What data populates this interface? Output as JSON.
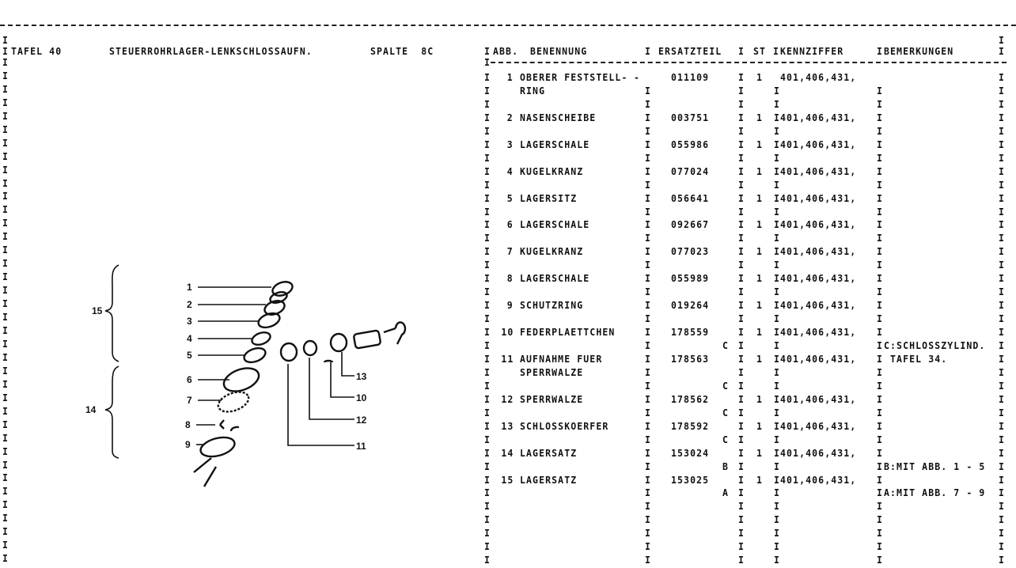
{
  "header": {
    "tafel": "TAFEL 40",
    "title": "STEUERROHRLAGER-LENKSCHLOSSAUFN.",
    "spalte": "SPALTE  8C"
  },
  "table": {
    "columns": {
      "abb": "ABB.",
      "name": "BENENNUNG",
      "part": "ERSATZTEIL",
      "qty": "ST",
      "code": "KENNZIFFER",
      "remarks": "BEMERKUNGEN"
    },
    "items": [
      {
        "abb": "1",
        "name": [
          "OBERER FESTSTELL-",
          "RING"
        ],
        "part": "011109",
        "qty": "1",
        "code": "401,406,431,",
        "marker": ""
      },
      {
        "abb": "2",
        "name": [
          "NASENSCHEIBE"
        ],
        "part": "003751",
        "qty": "1",
        "code": "401,406,431,",
        "marker": ""
      },
      {
        "abb": "3",
        "name": [
          "LAGERSCHALE"
        ],
        "part": "055986",
        "qty": "1",
        "code": "401,406,431,",
        "marker": ""
      },
      {
        "abb": "4",
        "name": [
          "KUGELKRANZ"
        ],
        "part": "077024",
        "qty": "1",
        "code": "401,406,431,",
        "marker": ""
      },
      {
        "abb": "5",
        "name": [
          "LAGERSITZ"
        ],
        "part": "056641",
        "qty": "1",
        "code": "401,406,431,",
        "marker": ""
      },
      {
        "abb": "6",
        "name": [
          "LAGERSCHALE"
        ],
        "part": "092667",
        "qty": "1",
        "code": "401,406,431,",
        "marker": ""
      },
      {
        "abb": "7",
        "name": [
          "KUGELKRANZ"
        ],
        "part": "077023",
        "qty": "1",
        "code": "401,406,431,",
        "marker": ""
      },
      {
        "abb": "8",
        "name": [
          "LAGERSCHALE"
        ],
        "part": "055989",
        "qty": "1",
        "code": "401,406,431,",
        "marker": ""
      },
      {
        "abb": "9",
        "name": [
          "SCHUTZRING"
        ],
        "part": "019264",
        "qty": "1",
        "code": "401,406,431,",
        "marker": ""
      },
      {
        "abb": "10",
        "name": [
          "FEDERPLAETTCHEN"
        ],
        "part": "178559",
        "qty": "1",
        "code": "401,406,431,",
        "marker": "C"
      },
      {
        "abb": "11",
        "name": [
          "AUFNAHME FUER",
          "SPERRWALZE"
        ],
        "part": "178563",
        "qty": "1",
        "code": "401,406,431,",
        "marker": "C"
      },
      {
        "abb": "12",
        "name": [
          "SPERRWALZE"
        ],
        "part": "178562",
        "qty": "1",
        "code": "401,406,431,",
        "marker": "C"
      },
      {
        "abb": "13",
        "name": [
          "SCHLOSSKOERFER"
        ],
        "part": "178592",
        "qty": "1",
        "code": "401,406,431,",
        "marker": "C"
      },
      {
        "abb": "14",
        "name": [
          "LAGERSATZ"
        ],
        "part": "153024",
        "qty": "1",
        "code": "401,406,431,",
        "marker": "B"
      },
      {
        "abb": "15",
        "name": [
          "LAGERSATZ"
        ],
        "part": "153025",
        "qty": "1",
        "code": "401,406,431,",
        "marker": "A"
      }
    ],
    "remarks": [
      {
        "line": 20,
        "text": "C:SCHLOSSZYLIND."
      },
      {
        "line": 21,
        "text": " TAFEL 34."
      },
      {
        "line": 29,
        "text": "B:MIT ABB. 1 - 5"
      },
      {
        "line": 31,
        "text": "A:MIT ABB. 7 - 9"
      }
    ]
  },
  "drawing": {
    "labels": [
      "1",
      "2",
      "3",
      "4",
      "5",
      "6",
      "7",
      "8",
      "9",
      "10",
      "11",
      "12",
      "13",
      "14",
      "15"
    ]
  }
}
